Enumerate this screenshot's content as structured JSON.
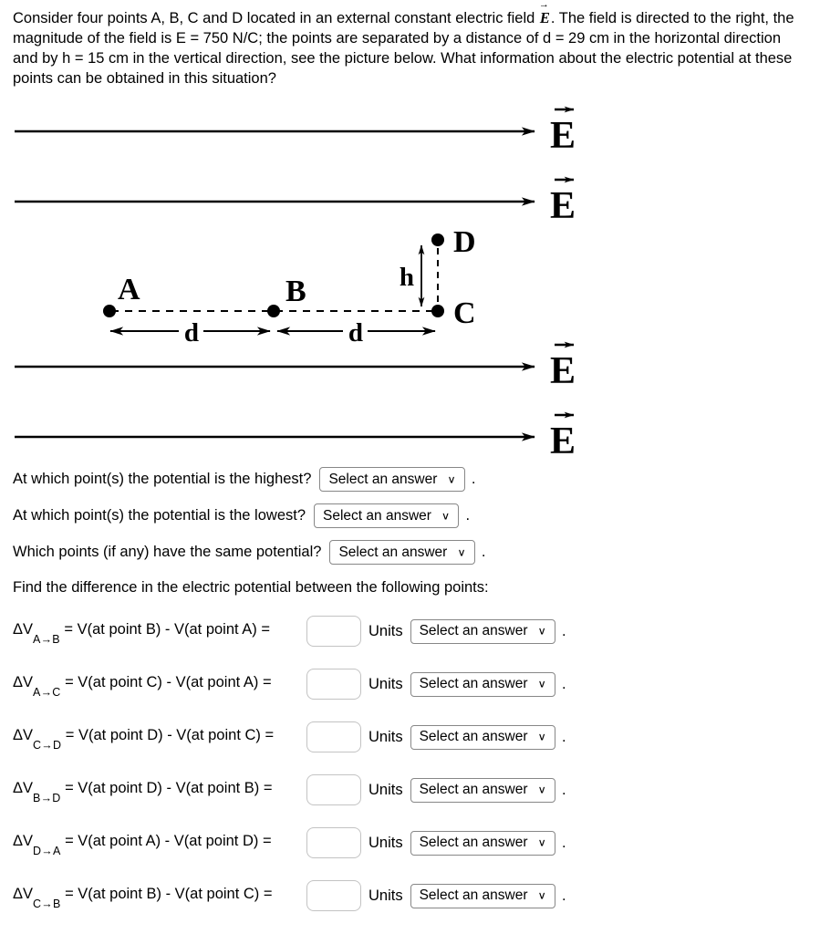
{
  "intro": {
    "before_field": "Consider four points A, B, C and D located in an external constant electric field ",
    "field_symbol": "E",
    "vector_arrow": "→",
    "after_field": ". The field is directed to the right, the magnitude of the field is E = 750 N/C; the points are separated by a distance of d = 29 cm in the horizontal direction and by h = 15 cm in the vertical direction, see the picture below. What information about the electric potential at these points can be obtained in this situation?"
  },
  "diagram": {
    "field_label": "E",
    "points": {
      "a": "A",
      "b": "B",
      "c": "C",
      "d": "D"
    },
    "h_label": "h",
    "d_label": "d"
  },
  "chevron": "∨",
  "questions": [
    {
      "text": "At which point(s) the potential is the highest?",
      "select_label": "Select an answer",
      "suffix": "."
    },
    {
      "text": "At which point(s) the potential is the lowest?",
      "select_label": "Select an answer",
      "suffix": "."
    },
    {
      "text": "Which points (if any) have the same potential?",
      "select_label": "Select an answer",
      "suffix": "."
    }
  ],
  "find_heading": "Find the difference in the electric potential between the following points:",
  "equations": [
    {
      "prefix": "ΔV",
      "sub": "A→B",
      "rest": " = V(at point B) - V(at point A) =",
      "value": "",
      "units_label": "Units",
      "select_label": "Select an answer",
      "suffix": "."
    },
    {
      "prefix": "ΔV",
      "sub": "A→C",
      "rest": " = V(at point C) - V(at point A) =",
      "value": "",
      "units_label": "Units",
      "select_label": "Select an answer",
      "suffix": "."
    },
    {
      "prefix": "ΔV",
      "sub": "C→D",
      "rest": " = V(at point D) - V(at point C) =",
      "value": "",
      "units_label": "Units",
      "select_label": "Select an answer",
      "suffix": "."
    },
    {
      "prefix": "ΔV",
      "sub": "B→D",
      "rest": " = V(at point D) - V(at point B) =",
      "value": "",
      "units_label": "Units",
      "select_label": "Select an answer",
      "suffix": "."
    },
    {
      "prefix": "ΔV",
      "sub": "D→A",
      "rest": " = V(at point A) - V(at point D) =",
      "value": "",
      "units_label": "Units",
      "select_label": "Select an answer",
      "suffix": "."
    },
    {
      "prefix": "ΔV",
      "sub": "C→B",
      "rest": " = V(at point B) - V(at point C) =",
      "value": "",
      "units_label": "Units",
      "select_label": "Select an answer",
      "suffix": "."
    }
  ]
}
